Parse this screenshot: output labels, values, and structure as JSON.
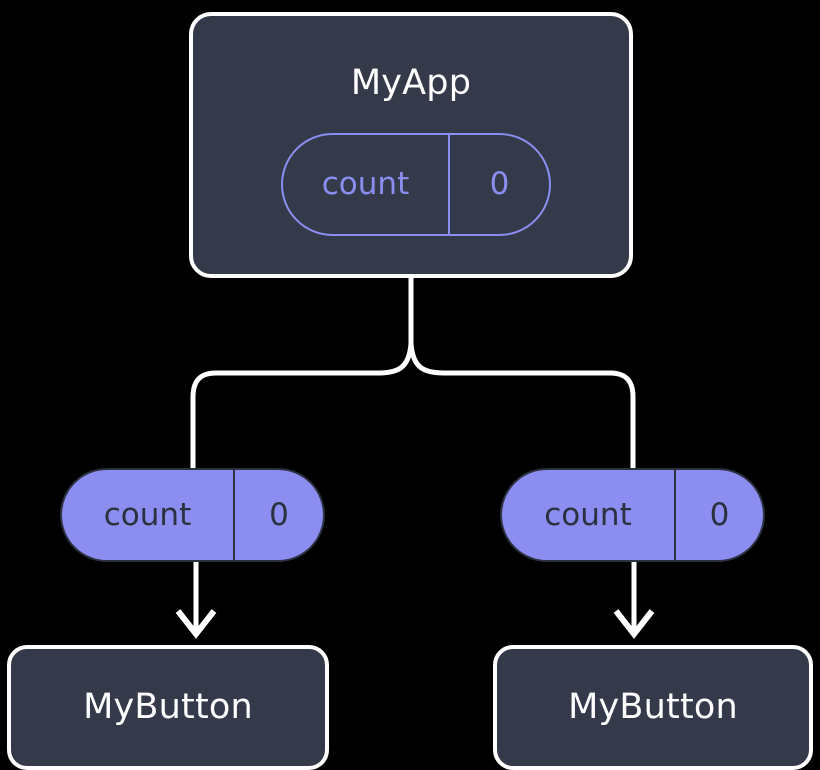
{
  "diagram": {
    "title": "MyApp component tree with count state propagated as prop",
    "background_color": "#000000",
    "node_fill_color": "#343a49",
    "node_border_color": "#ffffff",
    "accent_color": "#8b8ef0",
    "accent_text_color": "#2c3140",
    "edge_color": "#ffffff"
  },
  "root": {
    "label": "MyApp",
    "state_pill": {
      "key": "count",
      "value": "0",
      "style": "outlined"
    }
  },
  "branches": [
    {
      "prop_pill": {
        "key": "count",
        "value": "0",
        "style": "filled"
      },
      "child": {
        "label": "MyButton"
      }
    },
    {
      "prop_pill": {
        "key": "count",
        "value": "0",
        "style": "filled"
      },
      "child": {
        "label": "MyButton"
      }
    }
  ]
}
